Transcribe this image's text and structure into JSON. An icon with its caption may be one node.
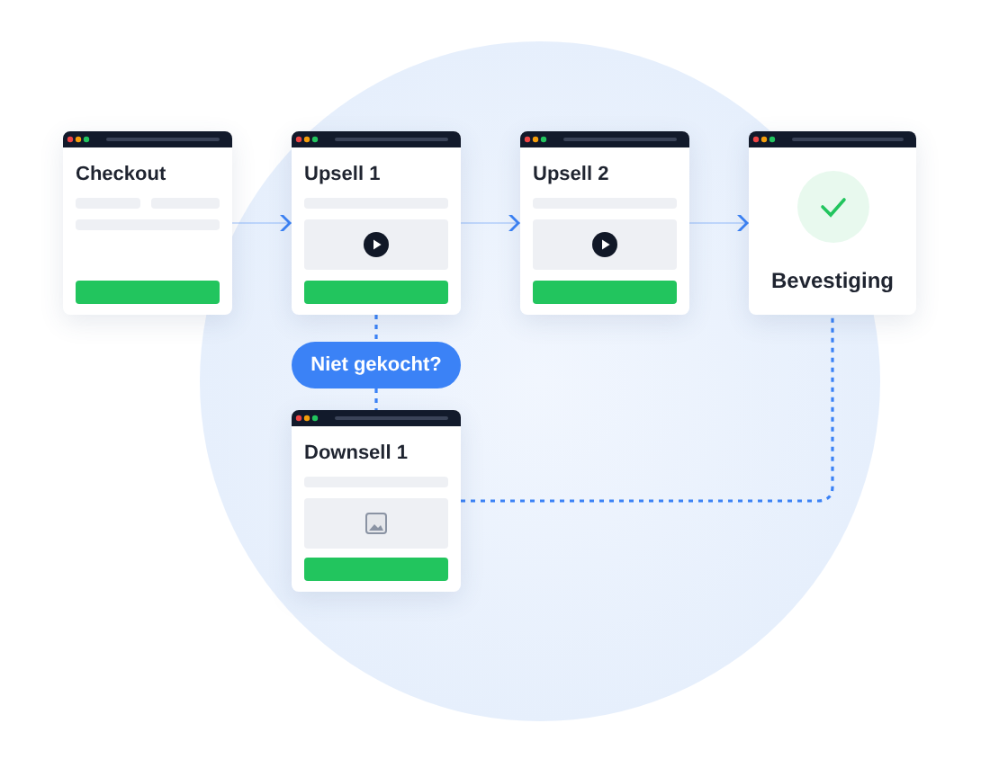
{
  "diagram": {
    "nodes": [
      {
        "text": [
          "Checkout"
        ]
      },
      {
        "text": [
          "Upsell 1"
        ]
      },
      {
        "text": [
          "Upsell 2"
        ]
      },
      {
        "text": [
          "Bevestiging"
        ]
      },
      {
        "text": [
          "Niet gekocht?"
        ]
      },
      {
        "text": [
          "Downsell 1"
        ]
      }
    ],
    "edges": [
      {
        "from": 0,
        "to": 1,
        "arrow": "to"
      },
      {
        "from": 1,
        "to": 2,
        "arrow": "to"
      },
      {
        "from": 2,
        "to": 3,
        "arrow": "to"
      },
      {
        "from": 1,
        "to": 4,
        "arrow": "none",
        "style": "dashed"
      },
      {
        "from": 4,
        "to": 5,
        "arrow": "none",
        "style": "dashed"
      },
      {
        "from": 5,
        "to": 3,
        "arrow": "none",
        "style": "dashed"
      }
    ]
  }
}
